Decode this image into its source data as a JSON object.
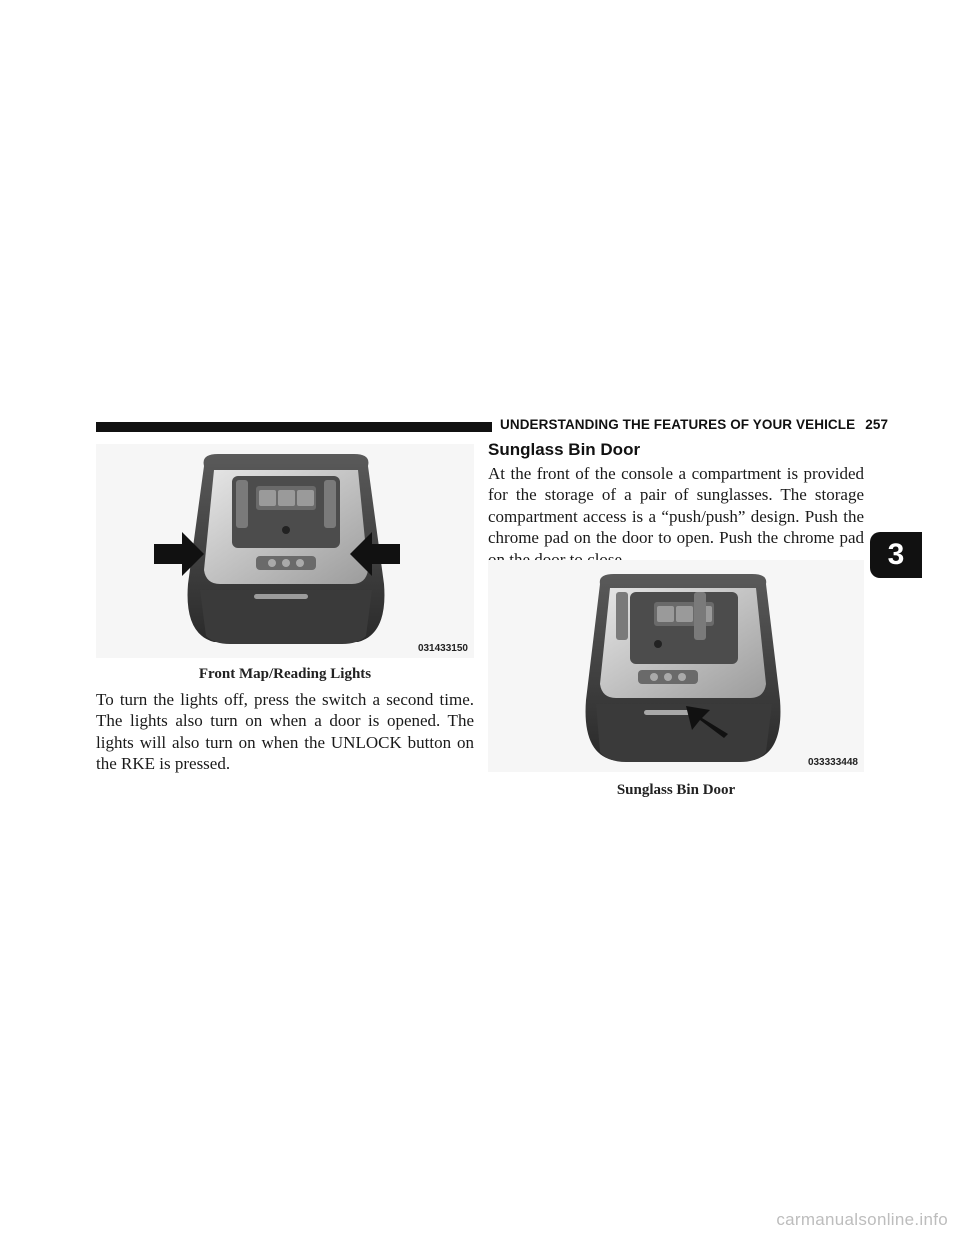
{
  "header": {
    "title": "UNDERSTANDING THE FEATURES OF YOUR VEHICLE",
    "page_number": "257"
  },
  "chapter_tab": "3",
  "left_column": {
    "figure": {
      "code": "031433150",
      "caption": "Front Map/Reading Lights"
    },
    "paragraph": "To turn the lights off, press the switch a second time. The lights also turn on when a door is opened. The lights will also turn on when the UNLOCK button on the RKE is pressed."
  },
  "right_column": {
    "heading": "Sunglass Bin Door",
    "paragraph": "At the front of the console a compartment is provided for the storage of a pair of sunglasses. The storage compart­ment access is a “push/push” design. Push the chrome pad on the door to open. Push the chrome pad on the door to close.",
    "figure": {
      "code": "033333448",
      "caption": "Sunglass Bin Door"
    }
  },
  "watermark": "carmanualsonline.info",
  "colors": {
    "ink": "#111111",
    "console_dark": "#3a3a3a",
    "console_light": "#c9c9c9"
  }
}
